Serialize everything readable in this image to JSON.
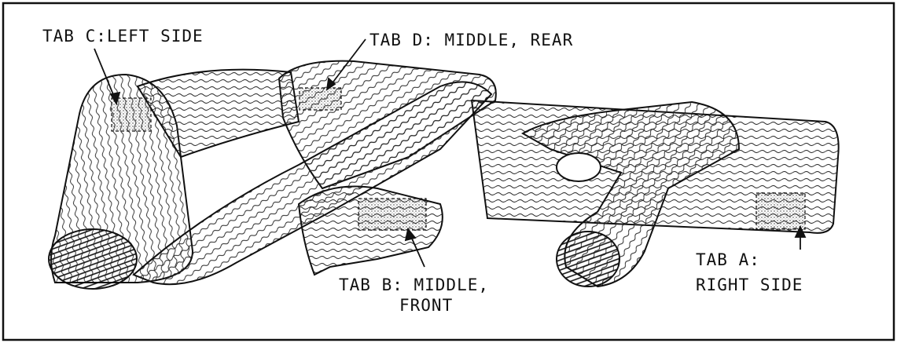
{
  "labels": {
    "tab_c": "TAB C:LEFT SIDE",
    "tab_d": "TAB D: MIDDLE, REAR",
    "tab_b_line1": "TAB B: MIDDLE,",
    "tab_b_line2": "FRONT",
    "tab_a_line1": "TAB A:",
    "tab_a_line2": "RIGHT SIDE"
  },
  "colors": {
    "ink": "#111111",
    "paper": "#ffffff",
    "tab_fill": "#d8d8d8"
  }
}
